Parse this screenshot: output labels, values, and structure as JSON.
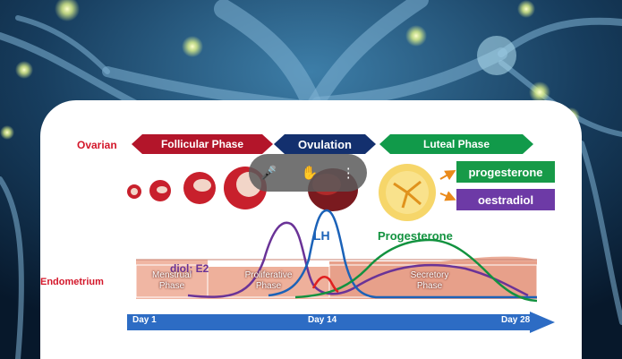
{
  "labels": {
    "ovarian": "Ovarian",
    "endometrium": "Endometrium",
    "follicular": "Follicular Phase",
    "ovulation": "Ovulation",
    "luteal": "Luteal Phase",
    "progesterone_box": "progesterone",
    "oestradiol_box": "oestradiol",
    "lh": "LH",
    "progesterone": "Progesterone",
    "e2": "diol; E2"
  },
  "phases": {
    "menstrual_1": "Menstrual",
    "menstrual_2": "Phase",
    "proliferative_1": "Proliferative",
    "proliferative_2": "Phase",
    "secretory_1": "Secretory",
    "secretory_2": "Phase"
  },
  "days": {
    "d1": "Day 1",
    "d14": "Day 14",
    "d28": "Day 28"
  },
  "overlay": {
    "icon1": "mic-off-icon",
    "icon2": "hand-icon",
    "icon3": "more-icon"
  },
  "colors": {
    "follicular": "#b3152a",
    "ovulation": "#13306e",
    "luteal": "#119a4a",
    "lh": "#1b62b8",
    "progesterone": "#12923f",
    "oestradiol": "#6a3397"
  }
}
